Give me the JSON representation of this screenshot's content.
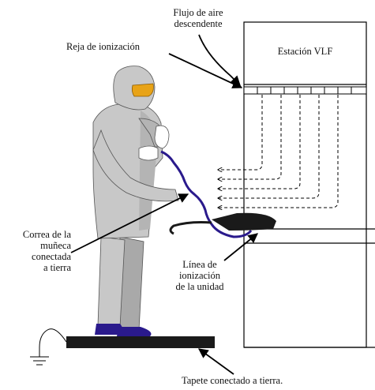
{
  "labels": {
    "airflow_line1": "Flujo de aire",
    "airflow_line2": "descendente",
    "station": "Estación VLF",
    "grid": "Reja de ionización",
    "strap_line1": "Correa de la",
    "strap_line2": "muñeca",
    "strap_line3": "conectada",
    "strap_line4": "a tierra",
    "ion_line1": "Línea de",
    "ion_line2": "ionización",
    "ion_line3": "de la unidad",
    "mat": "Tapete conectado a tierra."
  },
  "colors": {
    "suit": "#c8c8c8",
    "suit_shadow": "#a9a9a9",
    "strap": "#2a1a8c",
    "goggles": "#e8a317",
    "mat": "#1a1a1a",
    "line": "#000000"
  }
}
